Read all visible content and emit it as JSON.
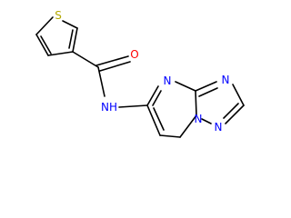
{
  "molecule": {
    "atoms": [
      {
        "id": "S1",
        "label": "S",
        "color": "#b3a800"
      },
      {
        "id": "O1",
        "label": "O",
        "color": "#ff0000"
      },
      {
        "id": "NH",
        "label": "NH",
        "color": "#0000ff"
      },
      {
        "id": "N1",
        "label": "N",
        "color": "#0000ff"
      },
      {
        "id": "N2",
        "label": "N",
        "color": "#0000ff"
      },
      {
        "id": "N3",
        "label": "N",
        "color": "#0000ff"
      },
      {
        "id": "N4",
        "label": "N",
        "color": "#0000ff"
      }
    ]
  }
}
